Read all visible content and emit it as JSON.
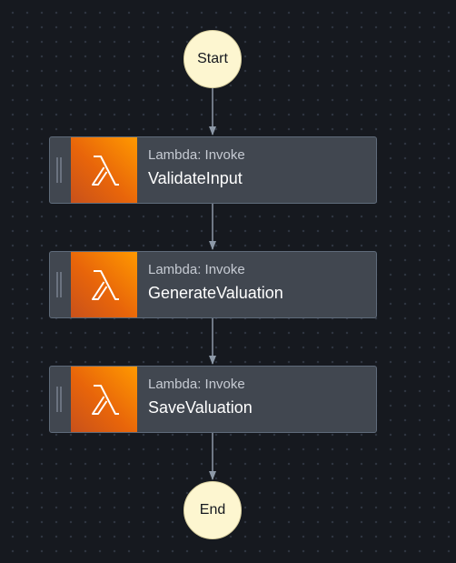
{
  "canvas": {
    "background_color": "#16191f",
    "grid_dot_color": "#2e3440"
  },
  "start": {
    "label": "Start"
  },
  "end": {
    "label": "End"
  },
  "states": [
    {
      "type": "Lambda: Invoke",
      "name": "ValidateInput",
      "icon": "lambda-icon"
    },
    {
      "type": "Lambda: Invoke",
      "name": "GenerateValuation",
      "icon": "lambda-icon"
    },
    {
      "type": "Lambda: Invoke",
      "name": "SaveValuation",
      "icon": "lambda-icon"
    }
  ],
  "colors": {
    "terminal_fill": "#fdf6d0",
    "state_fill": "#414750",
    "lambda_orange": "#f90",
    "connector": "#8d99a8"
  }
}
